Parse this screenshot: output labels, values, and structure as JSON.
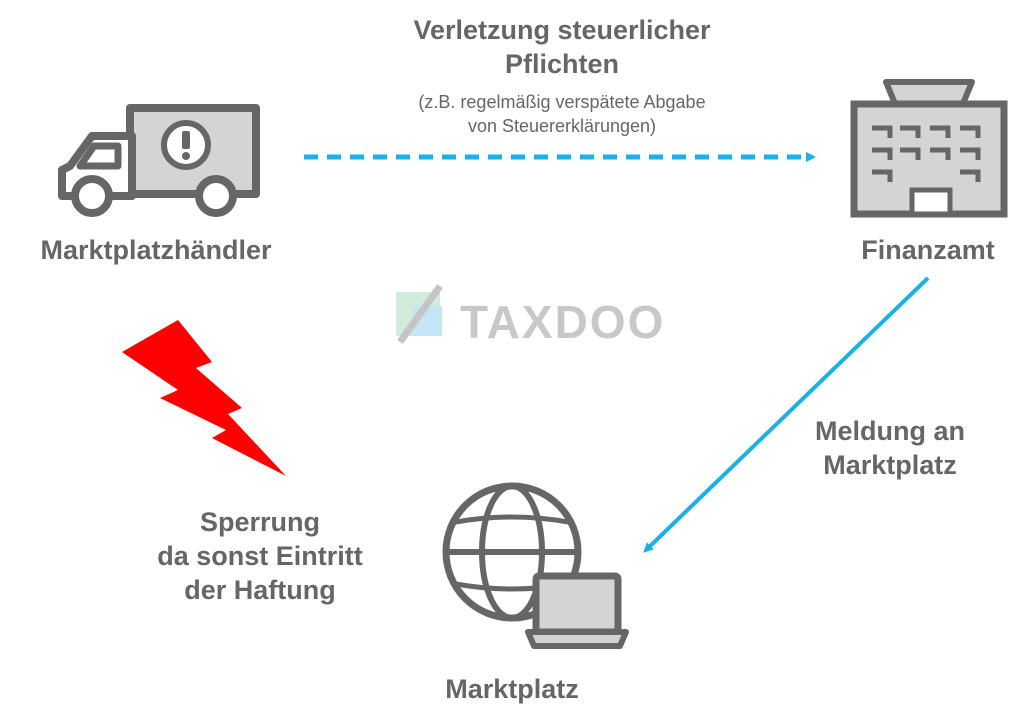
{
  "nodes": {
    "haendler": {
      "label": "Marktplatzhändler"
    },
    "finanzamt": {
      "label": "Finanzamt"
    },
    "marktplatz": {
      "label": "Marktplatz"
    }
  },
  "edges": {
    "verletzung": {
      "title": "Verletzung steuerlicher\nPflichten",
      "note": "(z.B. regelmäßig verspätete Abgabe\nvon Steuererklärungen)"
    },
    "meldung": {
      "label": "Meldung an\nMarktplatz"
    },
    "sperrung": {
      "label": "Sperrung\nda sonst Eintritt\nder Haftung"
    }
  },
  "watermark": {
    "text": "TAXDOO"
  },
  "colors": {
    "icon_gray": "#666666",
    "icon_fill": "#d4d4d4",
    "arrow_blue": "#1ab0e8",
    "lightning_red": "#ff0000"
  },
  "icons": [
    "truck-warning-icon",
    "office-building-icon",
    "globe-laptop-icon",
    "lightning-icon"
  ]
}
